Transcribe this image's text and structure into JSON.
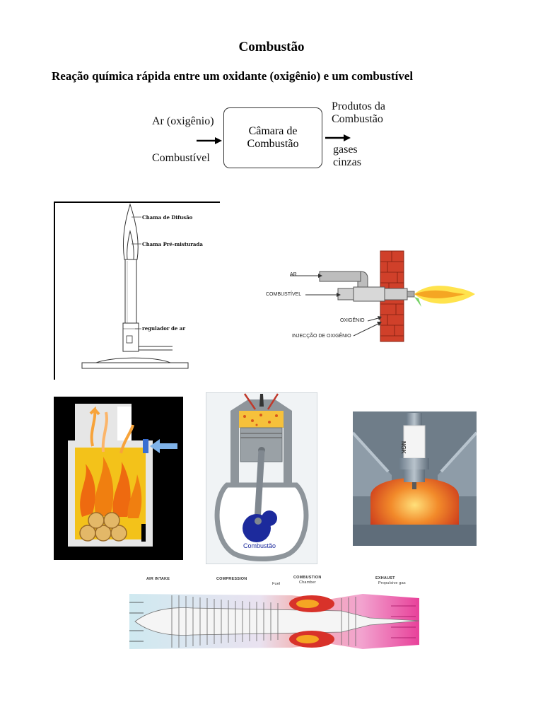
{
  "header": {
    "title": "Combustão",
    "subtitle": "Reação química rápida entre um oxidante (oxigênio) e um combustível"
  },
  "diagram": {
    "input_air": "Ar (oxigênio)",
    "input_fuel": "Combustível",
    "chamber_line1": "Câmara de",
    "chamber_line2": "Combustão",
    "products_line1": "Produtos da",
    "products_line2": "Combustão",
    "gases": "gases",
    "ashes": "cinzas"
  },
  "bunsen": {
    "label_diffusion": "Chama de Difusão",
    "label_premixed": "Chama Pré-misturada",
    "label_regulator": "regulador de ar"
  },
  "burner": {
    "label_air": "AR",
    "label_fuel": "COMBUSTÍVEL",
    "label_oxygen": "OXIGÊNIO",
    "label_injection": "INJECÇÃO DE OXIGÊNIO"
  },
  "engine": {
    "label": "Combustão"
  },
  "sparkplug": {
    "brand": "NGK"
  },
  "jet": {
    "label_intake": "AIR INTAKE",
    "label_compression": "COMPRESSION",
    "label_combustion": "COMBUSTION",
    "label_combustion_sub": "Chamber",
    "label_fuel": "Fuel",
    "label_exhaust": "EXHAUST",
    "label_exhaust_sub": "Propulsive gas"
  },
  "colors": {
    "flame_orange": "#f5a623",
    "flame_yellow": "#ffe34d",
    "brick_red": "#d0402a",
    "engine_blue": "#1c2a9c",
    "jet_red": "#d8322a",
    "jet_pink": "#e8419a"
  }
}
